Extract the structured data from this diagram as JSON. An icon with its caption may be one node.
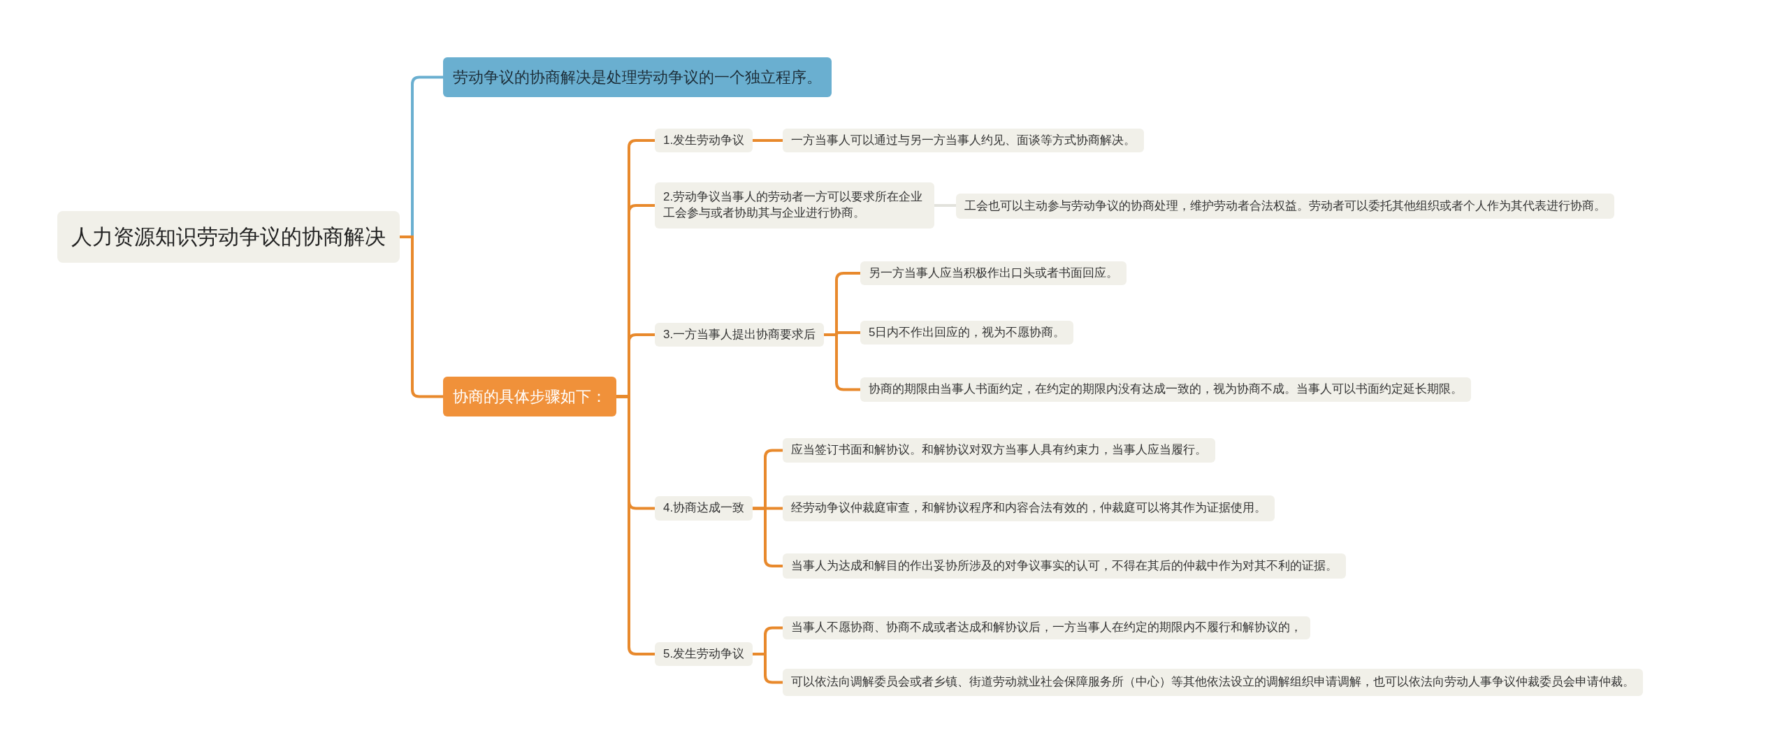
{
  "diagram": {
    "nodes": [
      {
        "text": [
          "人力资源知识劳动争议的协商解决"
        ]
      },
      {
        "text": [
          "劳动争议的协商解决是处理劳动争议的一个独立程序。"
        ]
      },
      {
        "text": [
          "协商的具体步骤如下："
        ]
      },
      {
        "text": [
          "1.发生劳动争议"
        ]
      },
      {
        "text": [
          "一方当事人可以通过与另一方当事人约见、面谈等方式协商解决。"
        ]
      },
      {
        "text": [
          "2.劳动争议当事人的劳动者一方可以要求所在企业工会参与或者协助其与企业进行协商。"
        ]
      },
      {
        "text": [
          "工会也可以主动参与劳动争议的协商处理，维护劳动者合法权益。劳动者可以委托其他组织或者个人作为其代表进行协商。"
        ]
      },
      {
        "text": [
          "3.一方当事人提出协商要求后"
        ]
      },
      {
        "text": [
          "另一方当事人应当积极作出口头或者书面回应。"
        ]
      },
      {
        "text": [
          "5日内不作出回应的，视为不愿协商。"
        ]
      },
      {
        "text": [
          "协商的期限由当事人书面约定，在约定的期限内没有达成一致的，视为协商不成。当事人可以书面约定延长期限。"
        ]
      },
      {
        "text": [
          "4.协商达成一致"
        ]
      },
      {
        "text": [
          "应当签订书面和解协议。和解协议对双方当事人具有约束力，当事人应当履行。"
        ]
      },
      {
        "text": [
          "经劳动争议仲裁庭审查，和解协议程序和内容合法有效的，仲裁庭可以将其作为证据使用。"
        ]
      },
      {
        "text": [
          "当事人为达成和解目的作出妥协所涉及的对争议事实的认可，不得在其后的仲裁中作为对其不利的证据。"
        ]
      },
      {
        "text": [
          "5.发生劳动争议"
        ]
      },
      {
        "text": [
          "当事人不愿协商、协商不成或者达成和解协议后，一方当事人在约定的期限内不履行和解协议的，"
        ]
      },
      {
        "text": [
          "可以依法向调解委员会或者乡镇、街道劳动就业社会保障服务所（中心）等其他依法设立的调解组织申请调解，也可以依法向劳动人事争议仲裁委员会申请仲裁。"
        ]
      }
    ],
    "edges": [
      {
        "from": 0,
        "to": 1,
        "arrow": "none",
        "color": "#6aafd0"
      },
      {
        "from": 0,
        "to": 2,
        "arrow": "none"
      },
      {
        "from": 2,
        "to": 3,
        "arrow": "none"
      },
      {
        "from": 2,
        "to": 5,
        "arrow": "none"
      },
      {
        "from": 2,
        "to": 7,
        "arrow": "none"
      },
      {
        "from": 2,
        "to": 11,
        "arrow": "none"
      },
      {
        "from": 2,
        "to": 15,
        "arrow": "none"
      },
      {
        "from": 3,
        "to": 4,
        "arrow": "none"
      },
      {
        "from": 5,
        "to": 6,
        "arrow": "none",
        "color": "#e2e2dc"
      },
      {
        "from": 7,
        "to": 8,
        "arrow": "none"
      },
      {
        "from": 7,
        "to": 9,
        "arrow": "none"
      },
      {
        "from": 7,
        "to": 10,
        "arrow": "none"
      },
      {
        "from": 11,
        "to": 12,
        "arrow": "none"
      },
      {
        "from": 11,
        "to": 13,
        "arrow": "none"
      },
      {
        "from": 11,
        "to": 14,
        "arrow": "none"
      },
      {
        "from": 15,
        "to": 16,
        "arrow": "none"
      },
      {
        "from": 15,
        "to": 17,
        "arrow": "none"
      }
    ]
  }
}
